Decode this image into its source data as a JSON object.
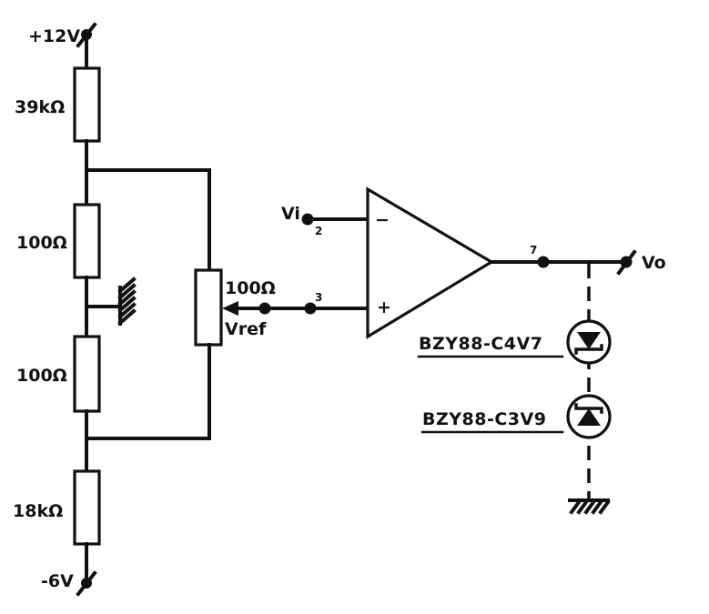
{
  "supply": {
    "positive": "+12V",
    "negative": "-6V"
  },
  "resistors": {
    "r_top": "39kΩ",
    "r_upper": "100Ω",
    "r_lower": "100Ω",
    "r_bottom": "18kΩ",
    "pot": "100Ω"
  },
  "labels": {
    "vref": "Vref",
    "vi": "Vi",
    "vo": "Vo",
    "pin_inv": "2",
    "pin_noninv": "3",
    "pin_out": "7",
    "minus_sign": "−",
    "plus_sign": "+"
  },
  "diodes": {
    "zener_upper": "BZY88-C4V7",
    "zener_lower": "BZY88-C3V9"
  }
}
